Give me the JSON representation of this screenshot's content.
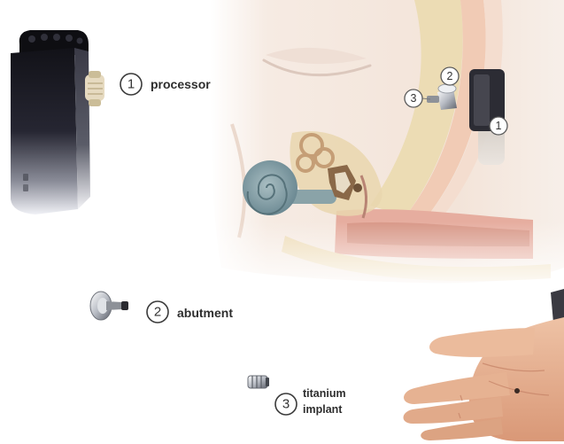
{
  "components": [
    {
      "number": "1",
      "label": "processor"
    },
    {
      "number": "2",
      "label": "abutment"
    },
    {
      "number": "3",
      "label_lines": [
        "titanium",
        "implant"
      ]
    }
  ],
  "ear_callouts": {
    "abutment": "2",
    "implant": "3",
    "processor": "1"
  },
  "colors": {
    "skin": "#e7b495",
    "processor_body": "#1c1c24",
    "cochlea": "#7f9aa0",
    "ear_canal": "#e6ad9f",
    "bone": "#ecdcb4"
  }
}
